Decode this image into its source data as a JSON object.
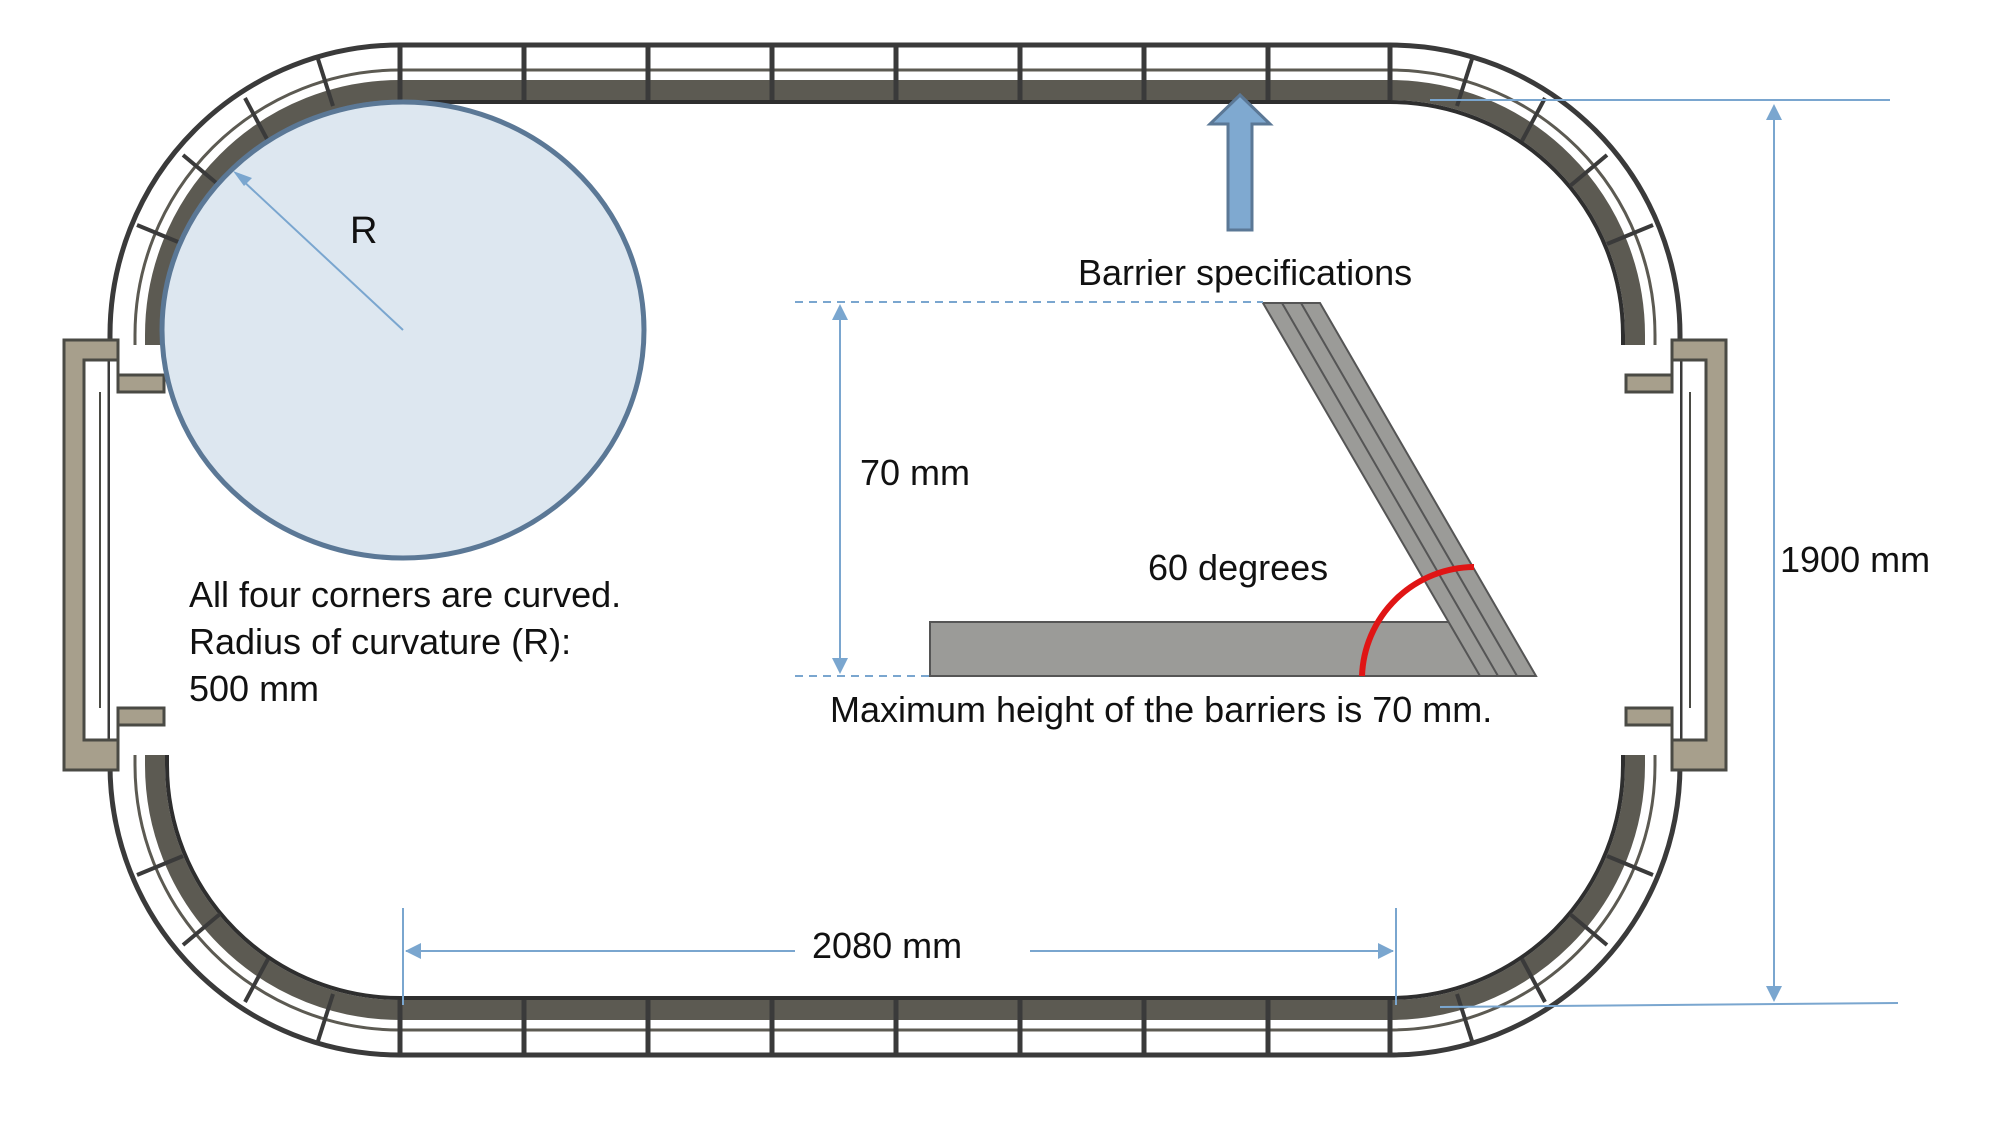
{
  "labels": {
    "radius_letter": "R",
    "barrier_title": "Barrier specifications",
    "height_dim": "70 mm",
    "angle": "60 degrees",
    "max_height": "Maximum height of the barriers is 70 mm.",
    "corners_line1": "All four corners are curved.",
    "corners_line2": "Radius of curvature (R):",
    "corners_line3": "500 mm",
    "width_dim": "2080 mm",
    "height_total": "1900 mm"
  },
  "colors": {
    "wall_dark": "#5c5a52",
    "wall_frame": "#3a3a3a",
    "wall_fill": "#ffffff",
    "gate": "#a79f8c",
    "circle_fill": "#dde7f0",
    "circle_stroke": "#5b7896",
    "dim_line": "#7aa6cf",
    "arrow_fill": "#7fa9d0",
    "barrier_fill": "#9b9b98",
    "angle_arc": "#e01515"
  }
}
